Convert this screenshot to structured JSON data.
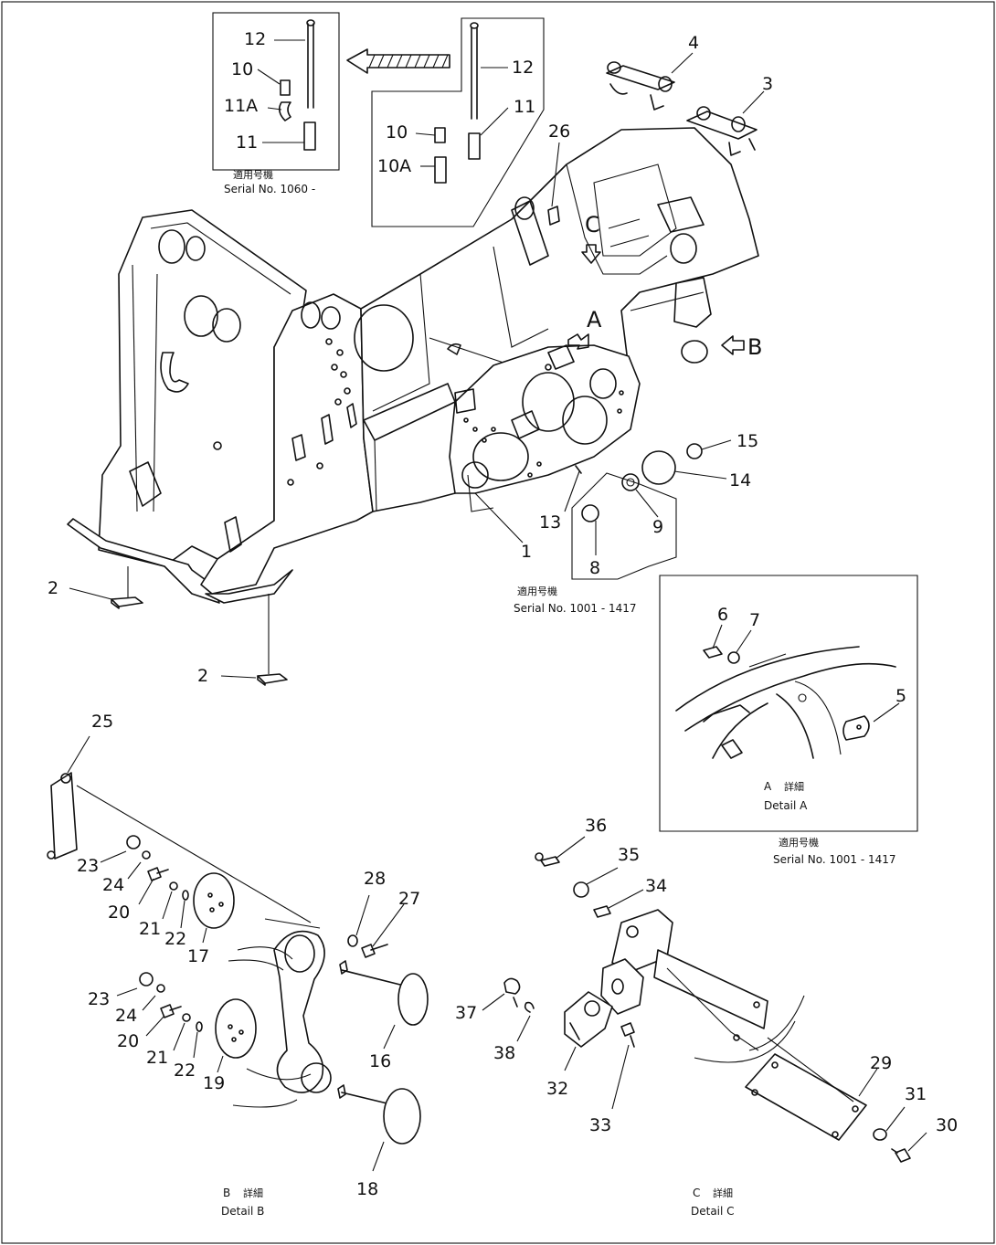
{
  "captions": {
    "applicable_label": "適用号機",
    "serial_1060": "Serial No. 1060 -",
    "serial_1417a": "Serial No. 1001 - 1417",
    "serial_1417b": "Serial No. 1001 - 1417",
    "detail_jp": "詳細",
    "detail_a_letter": "A",
    "detail_a": "Detail A",
    "detail_b_letter": "B",
    "detail_b": "Detail B",
    "detail_c_letter": "C",
    "detail_c": "Detail C"
  },
  "view_arrows": {
    "a": "A",
    "b": "B",
    "c": "C"
  },
  "callouts": {
    "p1": "1",
    "p2a": "2",
    "p2b": "2",
    "p3": "3",
    "p4": "4",
    "p5": "5",
    "p6": "6",
    "p7": "7",
    "p8": "8",
    "p9": "9",
    "p10a": "10",
    "p10b": "10",
    "p10Aa": "10A",
    "p11a": "11",
    "p11b": "11",
    "p11A": "11A",
    "p12a": "12",
    "p12b": "12",
    "p13": "13",
    "p14": "14",
    "p15": "15",
    "p16": "16",
    "p17": "17",
    "p18": "18",
    "p19": "19",
    "p20a": "20",
    "p20b": "20",
    "p21a": "21",
    "p21b": "21",
    "p22a": "22",
    "p22b": "22",
    "p23a": "23",
    "p23b": "23",
    "p24a": "24",
    "p24b": "24",
    "p25": "25",
    "p26": "26",
    "p27": "27",
    "p28": "28",
    "p29": "29",
    "p30": "30",
    "p31": "31",
    "p32": "32",
    "p33": "33",
    "p34": "34",
    "p35": "35",
    "p36": "36",
    "p37": "37",
    "p38": "38"
  }
}
